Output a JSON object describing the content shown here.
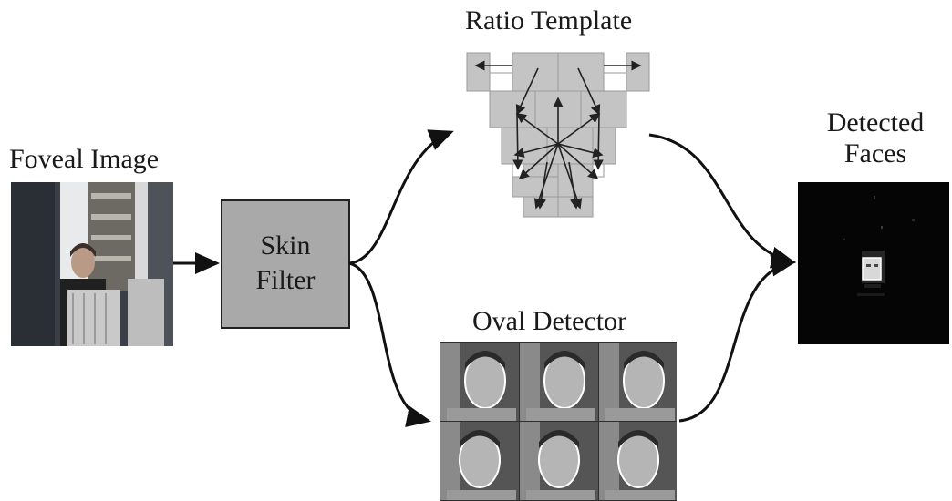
{
  "labels": {
    "foveal_image": "Foveal Image",
    "skin_filter_line1": "Skin",
    "skin_filter_line2": "Filter",
    "ratio_template": "Ratio Template",
    "oval_detector": "Oval Detector",
    "detected_faces_line1": "Detected",
    "detected_faces_line2": "Faces"
  },
  "colors": {
    "skin_filter_fill": "#a9a9a9",
    "template_cell": "#c4c4c4",
    "template_bright": "#ffffff",
    "arrow": "#111111",
    "detected_bg": "#050505"
  }
}
